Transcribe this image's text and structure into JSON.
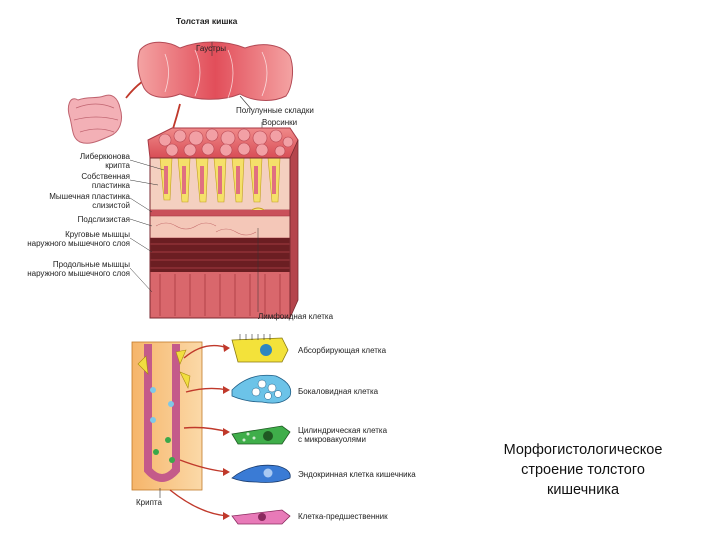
{
  "diagram": {
    "title": "Толстая кишка",
    "top_labels": {
      "haustra": "Гаустры",
      "semilunar_folds": "Полулунные складки",
      "villi": "Ворсинки"
    },
    "left_labels": [
      {
        "id": "lieberkuhn",
        "lines": [
          "Либеркюнова",
          "крипта"
        ]
      },
      {
        "id": "lamina-propria",
        "lines": [
          "Собственная",
          "пластинка"
        ]
      },
      {
        "id": "muscularis-mucosae",
        "lines": [
          "Мышечная пластинка",
          "слизистой"
        ]
      },
      {
        "id": "submucosa",
        "lines": [
          "Подслизистая"
        ]
      },
      {
        "id": "circular-muscle",
        "lines": [
          "Круговые мышцы",
          "наружного мышечного слоя"
        ]
      },
      {
        "id": "longitudinal-muscle",
        "lines": [
          "Продольные мышцы",
          "наружного мышечного слоя"
        ]
      }
    ],
    "lymph_node": "Лимфоидная клетка",
    "crypt_label": "Крипта",
    "cells": [
      {
        "id": "absorptive",
        "lines": [
          "Абсорбирующая клетка"
        ],
        "color": "#f3e23a"
      },
      {
        "id": "goblet",
        "lines": [
          "Бокаловидная клетка"
        ],
        "color": "#6cc3e8"
      },
      {
        "id": "cylindrical",
        "lines": [
          "Цилиндрическая клетка",
          "с микровакуолями"
        ],
        "color": "#3fae4a"
      },
      {
        "id": "endocrine",
        "lines": [
          "Эндокринная клетка кишечника"
        ],
        "color": "#3a7bd5"
      },
      {
        "id": "precursor",
        "lines": [
          "Клетка-предшественник"
        ],
        "color": "#e87ab8"
      }
    ]
  },
  "caption": {
    "lines": [
      "Морфогистологическое",
      "строение толстого",
      "кишечника"
    ]
  },
  "colors": {
    "mucosa": "#e0565f",
    "muscle": "#b73a3f",
    "crypt_bg": "#f6c98a",
    "arrow": "#c0392b"
  }
}
